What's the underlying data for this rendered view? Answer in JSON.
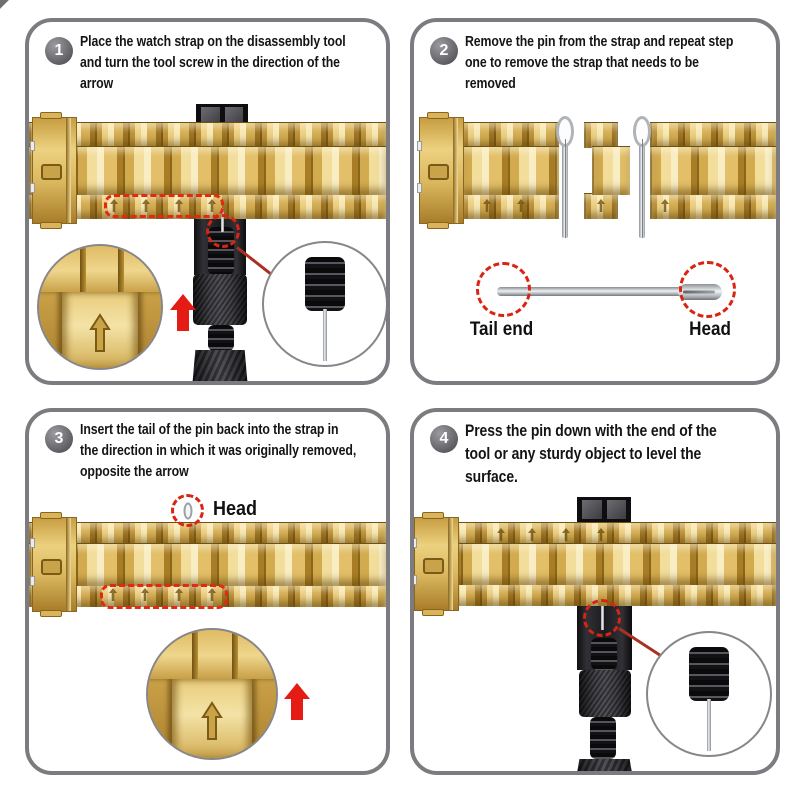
{
  "panels": [
    {
      "number": "1",
      "text": "Place the watch strap on the disassembly tool\nand turn the tool screw in the direction of the\narrow"
    },
    {
      "number": "2",
      "text": "Remove the pin from the strap and repeat step\none to remove the strap that needs to be\nremoved",
      "labels": {
        "tail_end": "Tail end",
        "head": "Head"
      }
    },
    {
      "number": "3",
      "text": "Insert the tail of the pin back into the strap in\nthe direction in which it was originally removed,\nopposite the arrow",
      "labels": {
        "head": "Head"
      }
    },
    {
      "number": "4",
      "text": "Press the pin down with the end of the\ntool or any sturdy object to level the\nsurface."
    }
  ],
  "icons": {
    "turn-direction-arrow": "red up arrow",
    "pin-hole-marker": "embossed arrow slot on link",
    "arrow-stamp-icon": "embossed up arrow on link close-up"
  },
  "colors": {
    "panel_border": "#7b7b80",
    "badge_gray": "#5a5a5f",
    "gold_mid": "#d9b45c",
    "gold_light": "#f7e8b4",
    "gold_dark": "#8a661a",
    "tool_black": "#1b1b1f",
    "metal_silver": "#c9cdd1",
    "accent_red": "#e02415"
  }
}
